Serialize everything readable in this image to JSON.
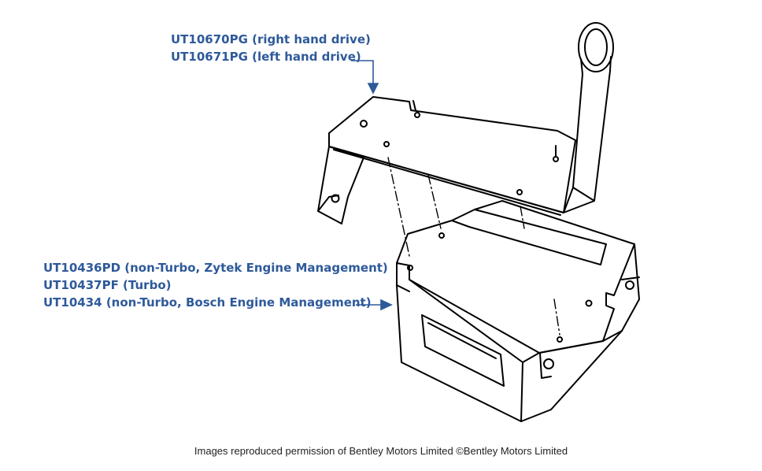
{
  "colors": {
    "label": "#2e5a9a",
    "line": "#000000",
    "credit": "#222222"
  },
  "labels": {
    "bracket_rhd": "UT10670PG (right hand drive)",
    "bracket_lhd": "UT10671PG (left hand drive)",
    "ecu_zytek": "UT10436PD (non-Turbo, Zytek Engine Management)",
    "ecu_turbo": "UT10437PF (Turbo)",
    "ecu_bosch": "UT10434 (non-Turbo, Bosch Engine Management)"
  },
  "credit": "Images reproduced permission of Bentley Motors Limited ©Bentley Motors Limited"
}
